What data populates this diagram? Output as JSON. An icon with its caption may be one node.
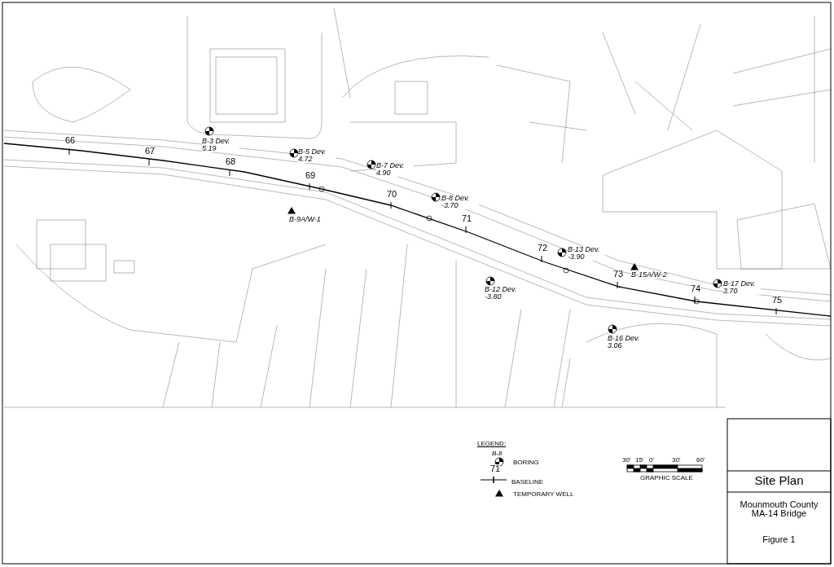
{
  "diagram": {
    "labels": [
      "B-3 Dev. 5.19",
      "66",
      "B-5 Dev. 4.72",
      "67",
      "B-7 Dev. 4.90",
      "68",
      "69",
      "70",
      "B-8 Dev. -3.70",
      "B-9A/W-1",
      "71",
      "B-13 Dev. -3.90",
      "72",
      "B-15A/W-2",
      "B-12 Dev. -3.80",
      "73",
      "B-17 Dev. 3.70",
      "74",
      "75",
      "B-16 Dev. 3.06",
      "LEGEND:",
      "B-8",
      "71",
      "30'",
      "15'",
      "0'",
      "30'",
      "60'",
      "GRAPHIC SCALE",
      "Site Plan",
      "Mounmouth County MA-14 Bridge",
      "Figure 1"
    ],
    "legend": [
      {
        "text": "BORING"
      },
      {
        "text": "BASELINE"
      },
      {
        "text": "TEMPORARY WELL"
      }
    ]
  }
}
